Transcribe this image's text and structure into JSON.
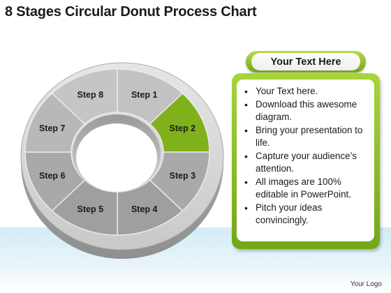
{
  "title": "8 Stages Circular Donut Process Chart",
  "diagram": {
    "highlight_color": "#7fb11b",
    "segment_color": "#b8b8b8",
    "stages": [
      {
        "label": "Step 1",
        "highlighted": false
      },
      {
        "label": "Step 2",
        "highlighted": true
      },
      {
        "label": "Step 3",
        "highlighted": false
      },
      {
        "label": "Step 4",
        "highlighted": false
      },
      {
        "label": "Step 5",
        "highlighted": false
      },
      {
        "label": "Step 6",
        "highlighted": false
      },
      {
        "label": "Step 7",
        "highlighted": false
      },
      {
        "label": "Step 8",
        "highlighted": false
      }
    ]
  },
  "text_box": {
    "header": "Your Text Here",
    "accent_color": "#8cc229",
    "bullets": [
      "Your Text here.",
      "Download this awesome diagram.",
      "Bring your presentation to life.",
      "Capture your audience’s attention.",
      "All images are 100% editable in PowerPoint.",
      "Pitch your ideas convincingly."
    ]
  },
  "footer": {
    "logo_text": "Your Logo"
  }
}
